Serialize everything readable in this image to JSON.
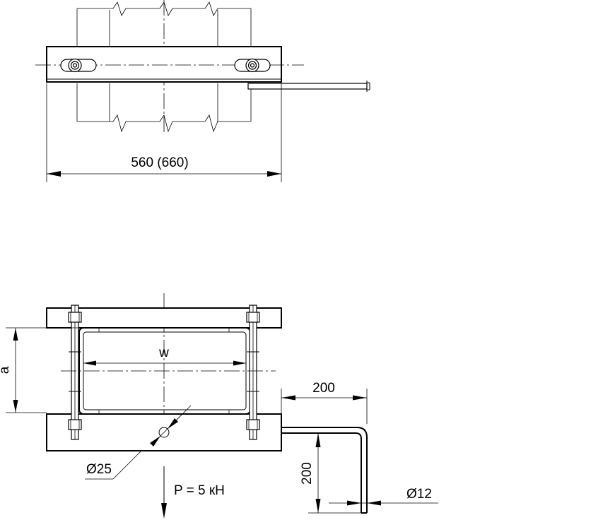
{
  "dimensions": {
    "length": "560 (660)",
    "width": "w",
    "height": "a",
    "hole_diameter": "Ø25",
    "arm_horizontal": "200",
    "arm_vertical": "200",
    "rod_diameter": "Ø12"
  },
  "load": {
    "label": "P = 5 кН"
  },
  "colors": {
    "line": "#000000",
    "background": "#ffffff"
  }
}
